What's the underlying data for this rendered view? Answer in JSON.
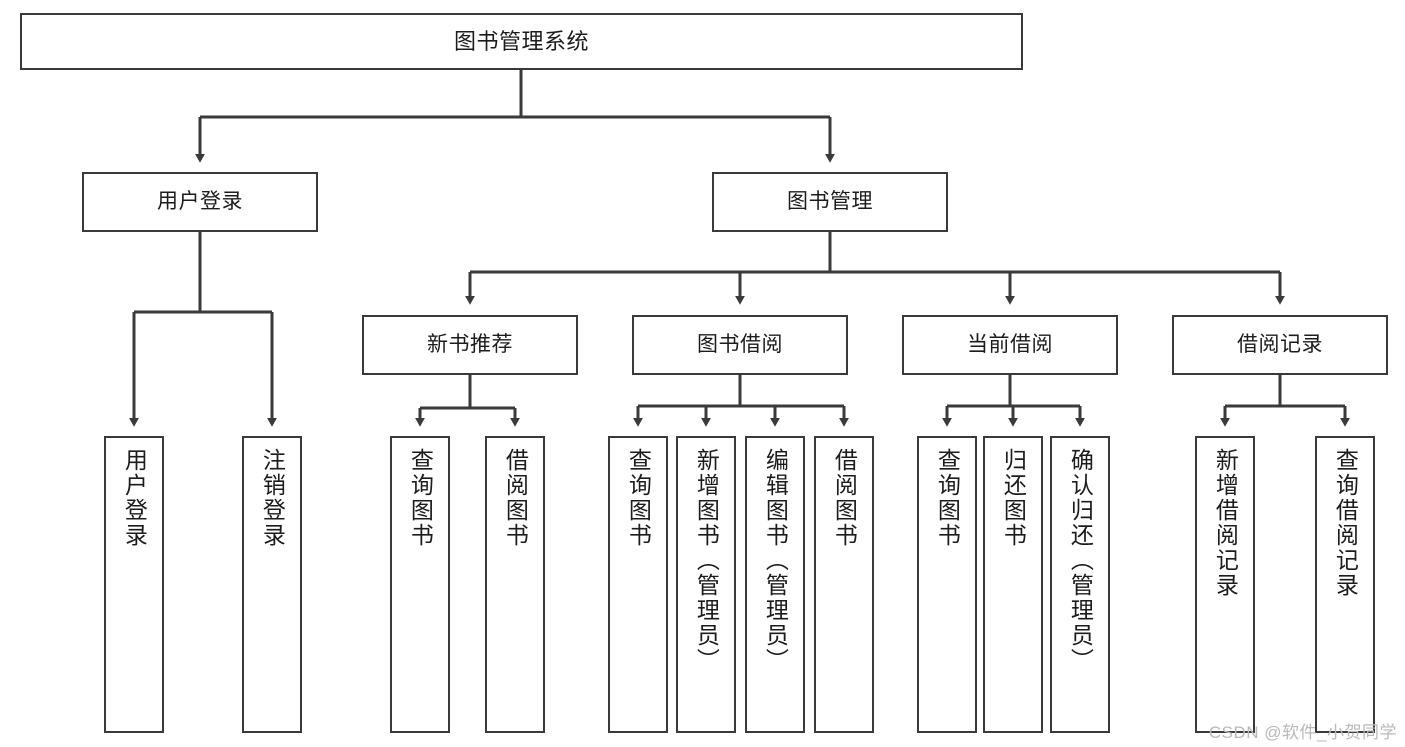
{
  "diagram": {
    "type": "tree",
    "title": "图书管理系统",
    "style": {
      "box_border": "#3a3a3a",
      "box_fill": "#ffffff",
      "line_color": "#3a3a3a",
      "text_color": "#1c1c1c",
      "background": "#ffffff"
    },
    "nodes": {
      "root": {
        "label": "图书管理系统"
      },
      "level1": [
        {
          "label": "用户登录"
        },
        {
          "label": "图书管理"
        }
      ],
      "level2": [
        {
          "label": "新书推荐"
        },
        {
          "label": "图书借阅"
        },
        {
          "label": "当前借阅"
        },
        {
          "label": "借阅记录"
        }
      ],
      "leaves": {
        "user_login": [
          {
            "label": "用户登录"
          },
          {
            "label": "注销登录"
          }
        ],
        "new_book": [
          {
            "label": "查询图书"
          },
          {
            "label": "借阅图书"
          }
        ],
        "book_borrow": [
          {
            "label": "查询图书"
          },
          {
            "label": "新增图书（管理员）"
          },
          {
            "label": "编辑图书（管理员）"
          },
          {
            "label": "借阅图书"
          }
        ],
        "current_borrow": [
          {
            "label": "查询图书"
          },
          {
            "label": "归还图书"
          },
          {
            "label": "确认归还（管理员）"
          }
        ],
        "borrow_record": [
          {
            "label": "新增借阅记录"
          },
          {
            "label": "查询借阅记录"
          }
        ]
      }
    },
    "watermark": "CSDN @软件_小贺同学"
  }
}
